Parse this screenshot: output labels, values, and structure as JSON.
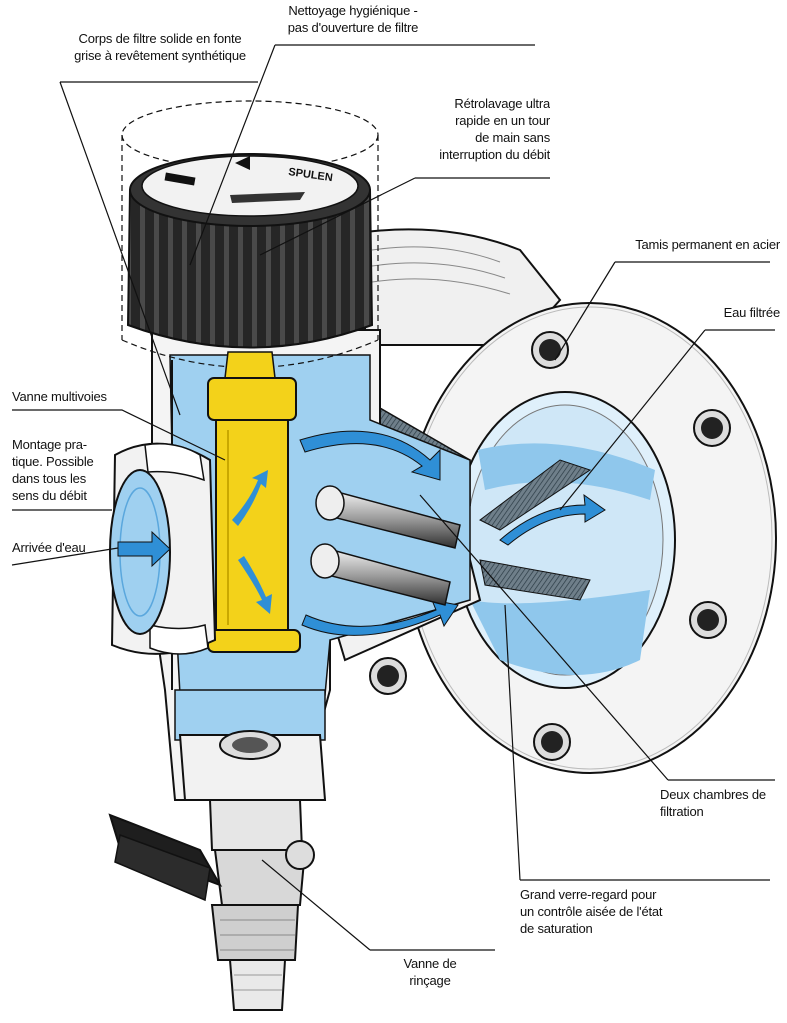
{
  "labels": {
    "corps": [
      "Corps de filtre solide en fonte",
      "grise à revêtement synthétique"
    ],
    "nettoyage": [
      "Nettoyage hygiénique -",
      "pas d'ouverture de filtre"
    ],
    "retrolavage": [
      "Rétrolavage ultra",
      "rapide en un tour",
      "de main sans",
      "interruption du débit"
    ],
    "tamis": [
      "Tamis permanent en acier"
    ],
    "eau_filtree": [
      "Eau filtrée"
    ],
    "vanne_multivoies": [
      "Vanne multivoies"
    ],
    "montage": [
      "Montage pra-",
      "tique. Possible",
      "dans tous les",
      "sens du débit"
    ],
    "arrivee": [
      "Arrivée d'eau"
    ],
    "deux_chambres": [
      "Deux chambres de",
      "filtration"
    ],
    "grand_verre": [
      "Grand verre-regard pour",
      "un contrôle aisée de l'état",
      "de saturation"
    ],
    "vanne_rincage": [
      "Vanne de",
      "rinçage"
    ]
  },
  "knob_text": "SPULEN",
  "colors": {
    "water": "#9fd0f0",
    "water_dark": "#2f8fd6",
    "cartridge": "#f3d21a",
    "knob": "#222222",
    "body": "#f4f4f4",
    "outline": "#111111"
  }
}
